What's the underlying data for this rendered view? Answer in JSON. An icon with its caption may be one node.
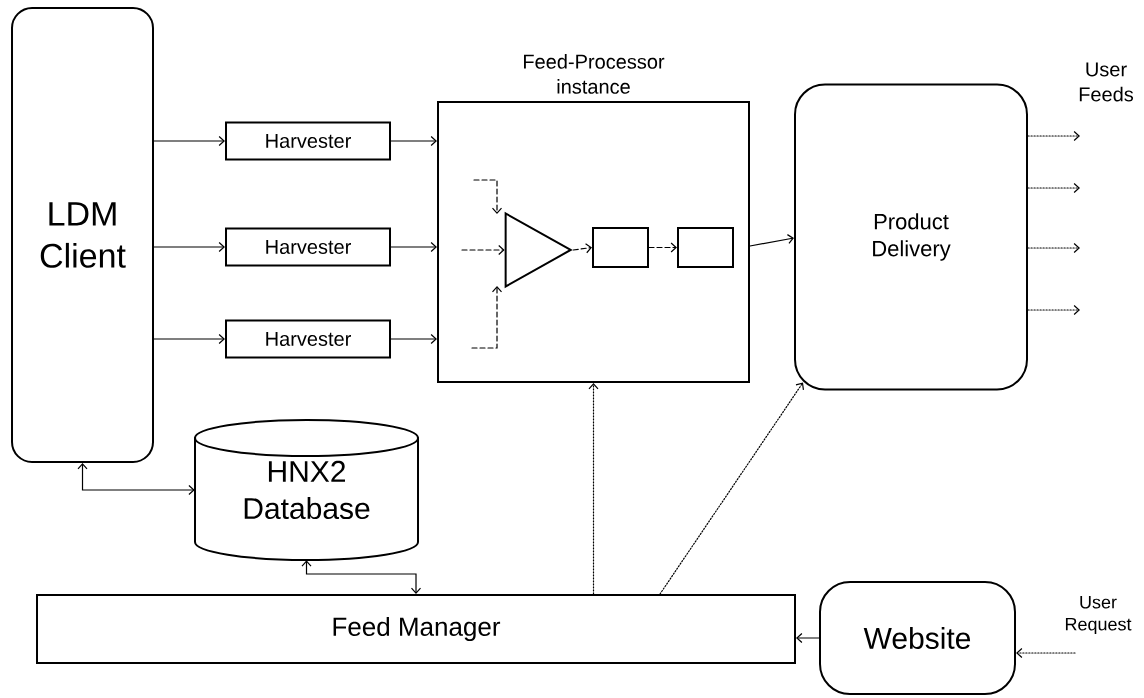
{
  "diagram": {
    "nodes": [
      {
        "text": [
          "LDM Client"
        ]
      },
      {
        "text": [
          "Harvester"
        ]
      },
      {
        "text": [
          "Harvester"
        ]
      },
      {
        "text": [
          "Harvester"
        ]
      },
      {
        "text": [
          "Feed-Processor instance"
        ]
      },
      {
        "text": [],
        "shape": "triangle",
        "in": 4
      },
      {
        "text": [],
        "shape": "box",
        "in": 4
      },
      {
        "text": [],
        "shape": "box",
        "in": 4
      },
      {
        "text": [
          "Product Delivery"
        ]
      },
      {
        "text": [
          "HNX2 Database"
        ]
      },
      {
        "text": [
          "Feed Manager"
        ]
      },
      {
        "text": [
          "Website"
        ]
      }
    ],
    "edges": [
      {
        "from": 0,
        "to": 1,
        "arrow": "to"
      },
      {
        "from": 0,
        "to": 2,
        "arrow": "to"
      },
      {
        "from": 0,
        "to": 3,
        "arrow": "to"
      },
      {
        "from": 1,
        "to": 4,
        "arrow": "to"
      },
      {
        "from": 2,
        "to": 4,
        "arrow": "to"
      },
      {
        "from": 3,
        "to": 4,
        "arrow": "to"
      },
      {
        "from": null,
        "to": 5,
        "arrow": "to",
        "style": "dashed"
      },
      {
        "from": null,
        "to": 5,
        "arrow": "to",
        "style": "dashed"
      },
      {
        "from": null,
        "to": 5,
        "arrow": "to",
        "style": "dashed"
      },
      {
        "from": 5,
        "to": 6,
        "arrow": "to",
        "style": "dashed"
      },
      {
        "from": 6,
        "to": 7,
        "arrow": "to",
        "style": "dashed"
      },
      {
        "from": 4,
        "to": 8,
        "arrow": "to"
      },
      {
        "from": 8,
        "to": null,
        "arrow": "to",
        "style": "dashed"
      },
      {
        "from": 8,
        "to": null,
        "arrow": "to",
        "style": "dashed"
      },
      {
        "from": 8,
        "to": null,
        "arrow": "to",
        "style": "dashed"
      },
      {
        "from": 8,
        "to": null,
        "arrow": "to",
        "style": "dashed"
      },
      {
        "from": 0,
        "to": 9,
        "arrow": "both"
      },
      {
        "from": 9,
        "to": 10,
        "arrow": "both"
      },
      {
        "from": 10,
        "to": 4,
        "arrow": "to",
        "style": "dashed"
      },
      {
        "from": 10,
        "to": 8,
        "arrow": "to",
        "style": "dashed"
      },
      {
        "from": 11,
        "to": 10,
        "arrow": "to"
      },
      {
        "from": null,
        "to": 11,
        "arrow": "to",
        "style": "dashed",
        "label": "User Request"
      }
    ],
    "labels": [
      "User Feeds"
    ]
  }
}
